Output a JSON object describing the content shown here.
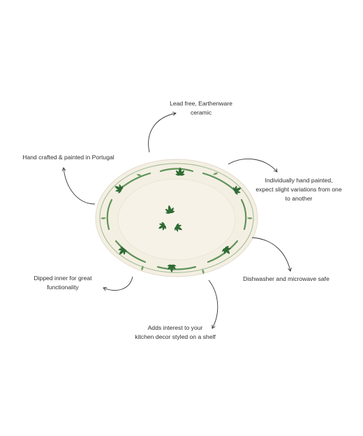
{
  "features": {
    "top": [
      "Lead free, Earthenware",
      "ceramic"
    ],
    "left": [
      "Hand crafted & painted in Portugal"
    ],
    "right": [
      "Individually hand painted,",
      "expect slight variations from one",
      "to another"
    ],
    "lower_right": [
      "Dishwasher and microwave safe"
    ],
    "lower_left": [
      "Dipped inner for great",
      "functionality"
    ],
    "bottom": [
      "Adds interest to your",
      "kitchen decor styled on a shelf"
    ]
  },
  "colors": {
    "plate": "#f4efe3",
    "rim_line": "#4f8a4a",
    "leaf_dark": "#2f6b34",
    "leaf_light": "#6fa063",
    "arrow": "#333333"
  },
  "icons": {
    "plate": "oval-plate-illustration",
    "arrow": "curved-arrow-icon"
  }
}
